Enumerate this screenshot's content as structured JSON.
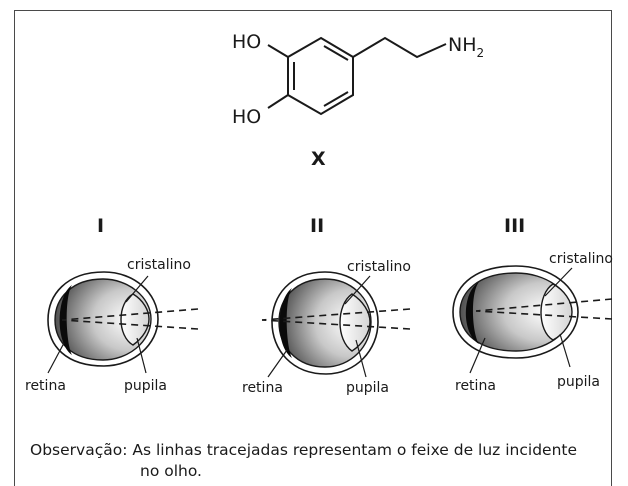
{
  "molecule": {
    "ho_top": "HO",
    "ho_bottom": "HO",
    "nh": "NH",
    "nh_sub": "2",
    "label": "X"
  },
  "eyes": [
    {
      "numeral": "I",
      "cristalino": "cristalino",
      "retina": "retina",
      "pupila": "pupila"
    },
    {
      "numeral": "II",
      "cristalino": "cristalino",
      "retina": "retina",
      "pupila": "pupila"
    },
    {
      "numeral": "III",
      "cristalino": "cristalino",
      "retina": "retina",
      "pupila": "pupila"
    }
  ],
  "note": {
    "line1": "Observação: As linhas tracejadas representam o feixe de luz incidente",
    "line2": "no olho."
  }
}
